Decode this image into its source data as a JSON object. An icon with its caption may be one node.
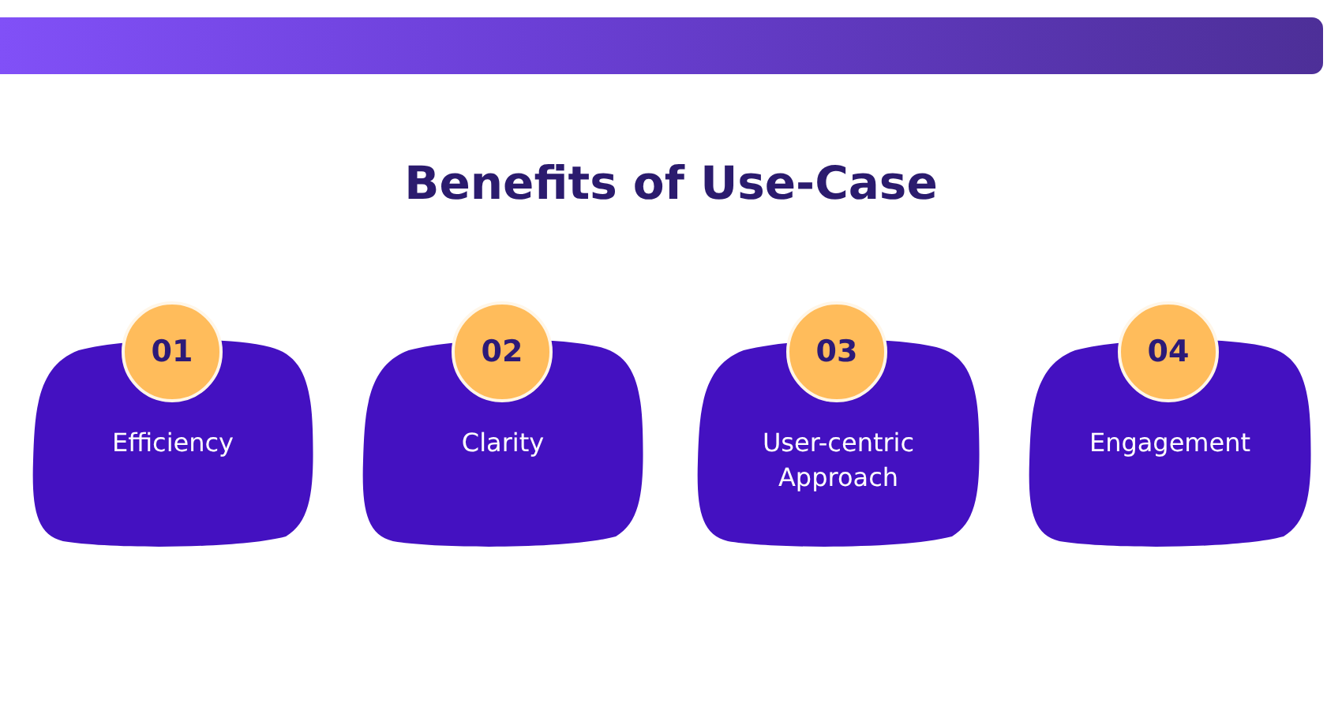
{
  "diagram": {
    "title": "Benefits of Use-Case",
    "nodes": [
      {
        "text": [
          "01"
        ]
      },
      {
        "text": [
          "Efficiency"
        ]
      },
      {
        "text": [
          "02"
        ]
      },
      {
        "text": [
          "Clarity"
        ]
      },
      {
        "text": [
          "03"
        ]
      },
      {
        "text": [
          "User-centric Approach"
        ]
      },
      {
        "text": [
          "04"
        ]
      },
      {
        "text": [
          "Engagement"
        ]
      }
    ],
    "edges": []
  }
}
